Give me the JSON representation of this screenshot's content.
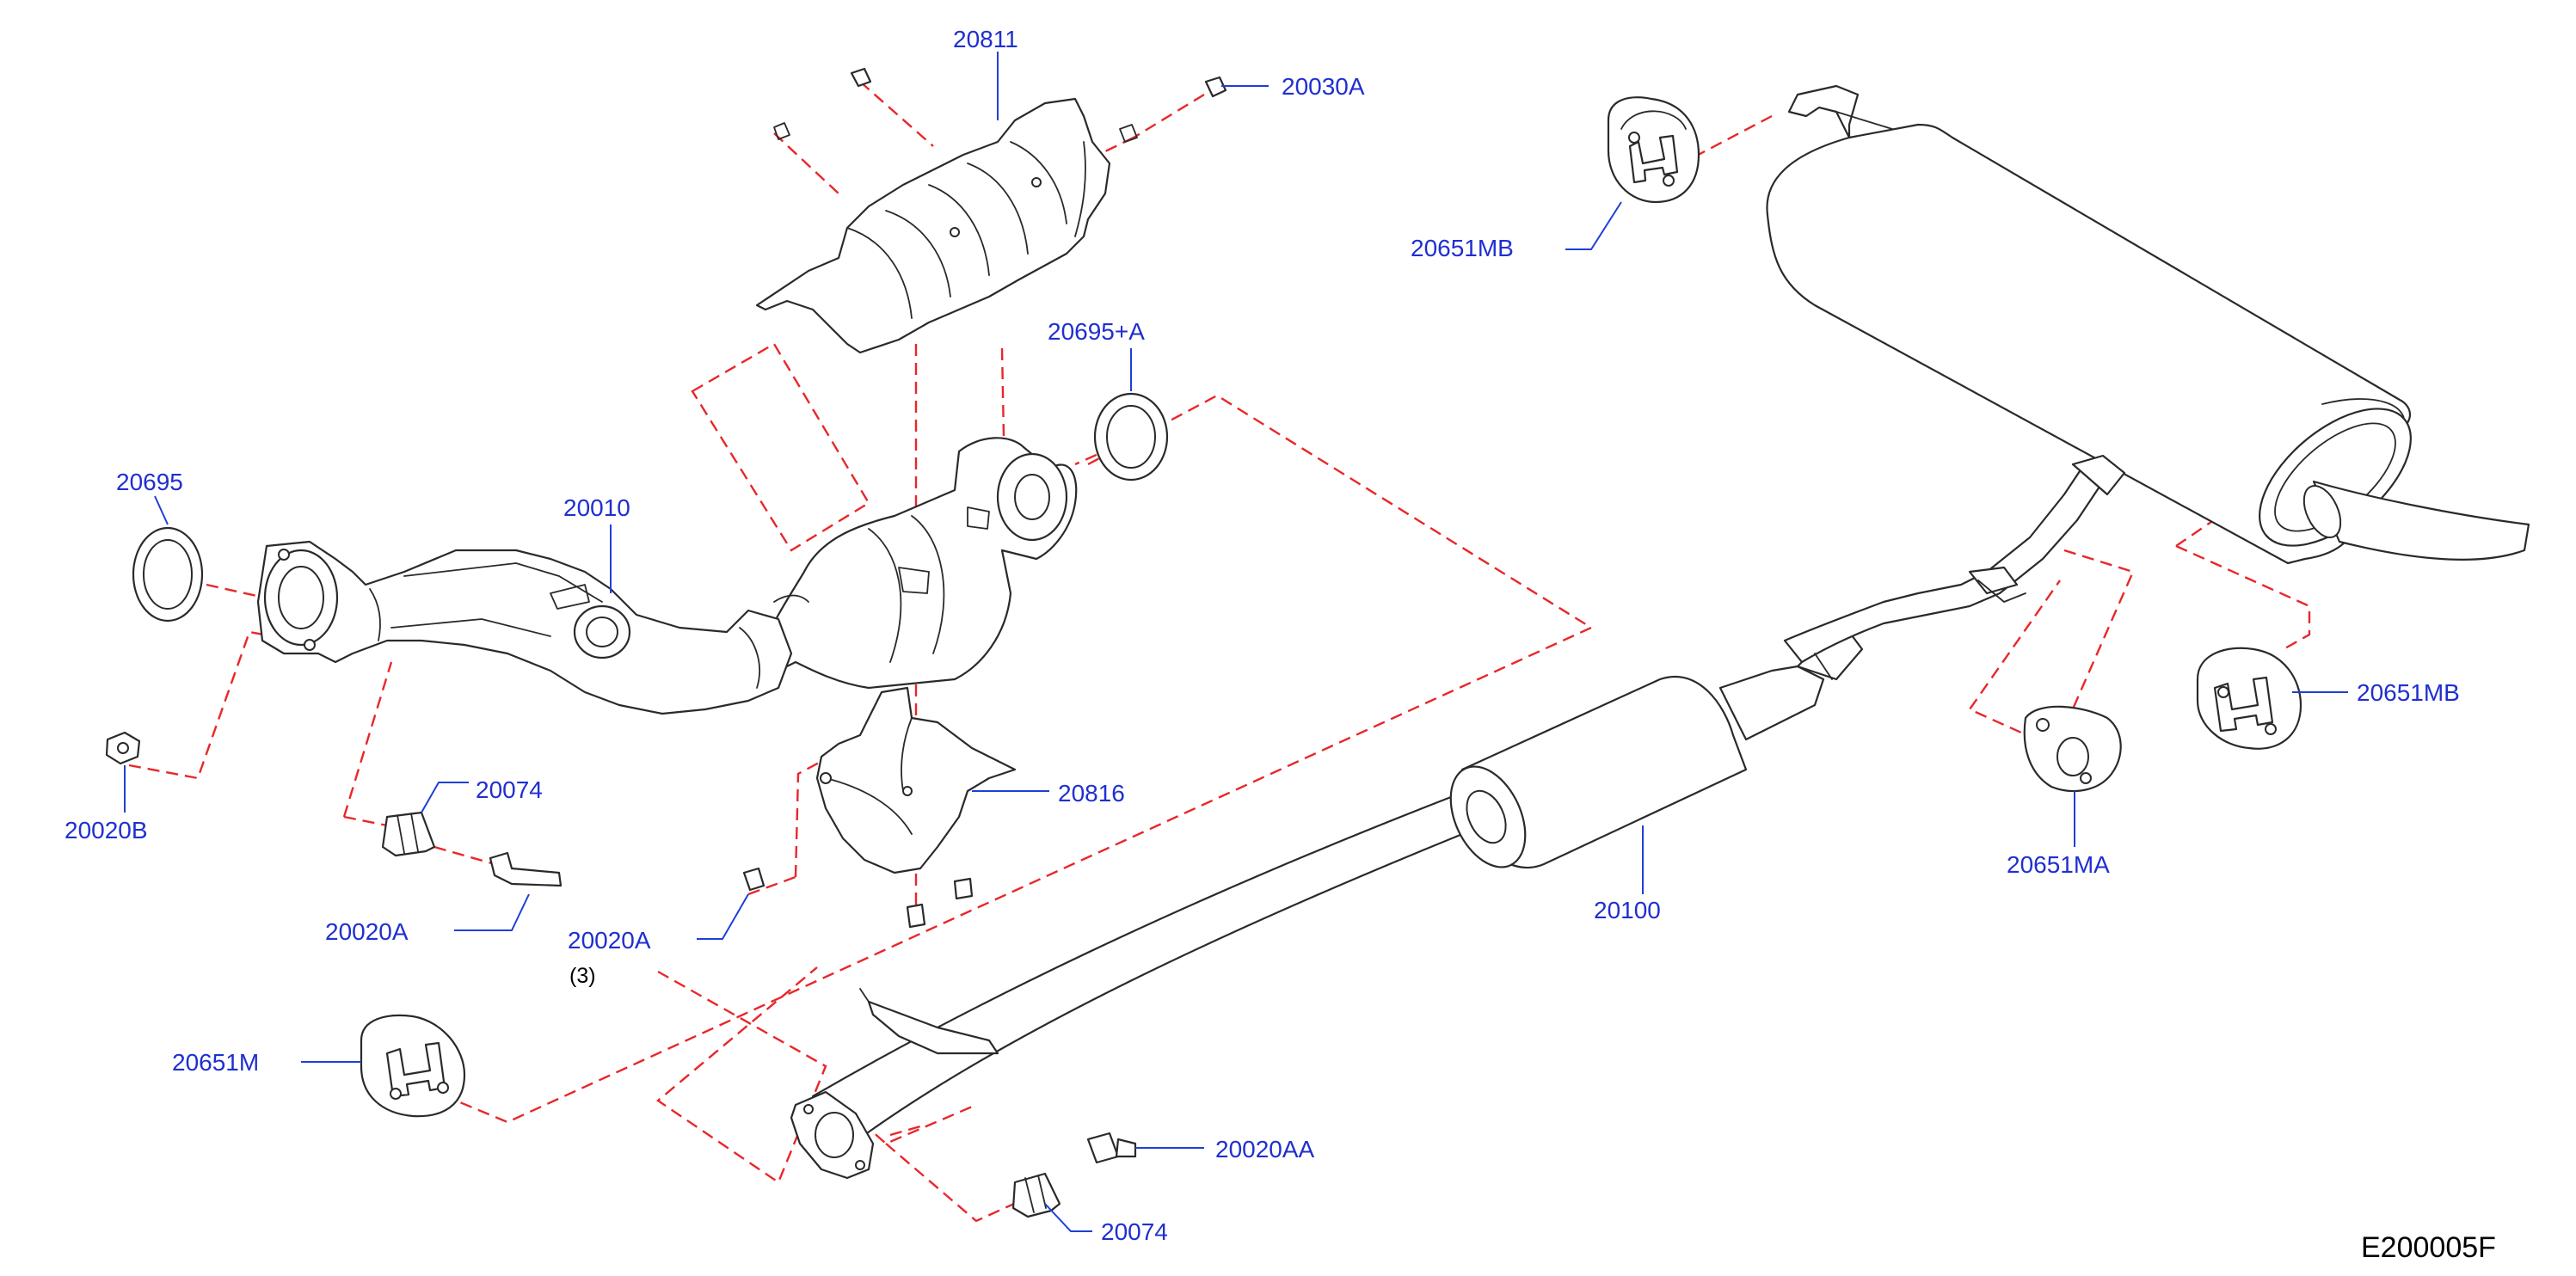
{
  "diagram": {
    "code": "E200005F",
    "labels": {
      "p20811": "20811",
      "p20030A": "20030A",
      "p20651MB_top": "20651MB",
      "p20695A": "20695+A",
      "p20695": "20695",
      "p20010": "20010",
      "p20020B": "20020B",
      "p20074_left": "20074",
      "p20020A_left": "20020A",
      "p20816": "20816",
      "p20020A_mid": "20020A",
      "qty_note": "(3)",
      "p20651MB_right": "20651MB",
      "p20651MA": "20651MA",
      "p20100": "20100",
      "p20651M": "20651M",
      "p20020AA": "20020AA",
      "p20074_bottom": "20074"
    },
    "colors": {
      "callout_text": "#1f2fd0",
      "leader_line": "#1f3fd6",
      "dashed_line": "#e8272a",
      "part_outline": "#2a2a2a"
    }
  }
}
